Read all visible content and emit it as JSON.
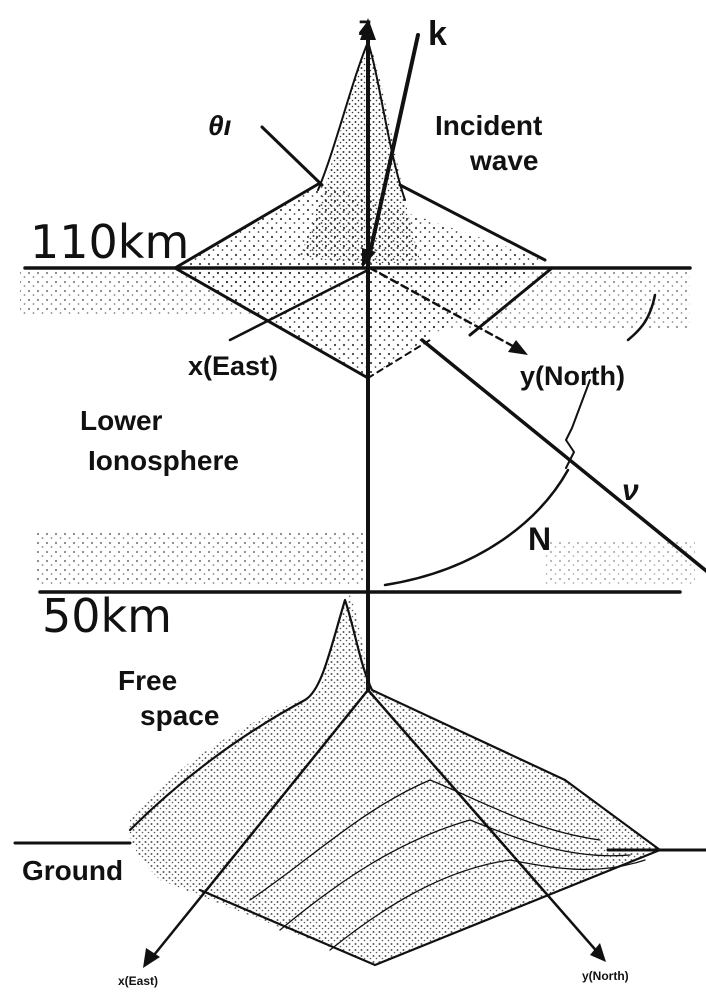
{
  "diagram": {
    "axes": {
      "z": "z",
      "k": "k",
      "theta": "θı",
      "x_east": "x(East)",
      "y_north": "y(North)",
      "nu": "ν",
      "N": "N",
      "ground_x": "x(East)",
      "ground_y": "y(North)"
    },
    "labels": {
      "incident_wave_line1": "Incident",
      "incident_wave_line2": "wave",
      "lower_ionosphere_line1": "Lower",
      "lower_ionosphere_line2": "Ionosphere",
      "free_space_line1": "Free",
      "free_space_line2": "space",
      "ground": "Ground"
    },
    "altitudes": {
      "top": "110km",
      "bottom": "50km"
    }
  }
}
